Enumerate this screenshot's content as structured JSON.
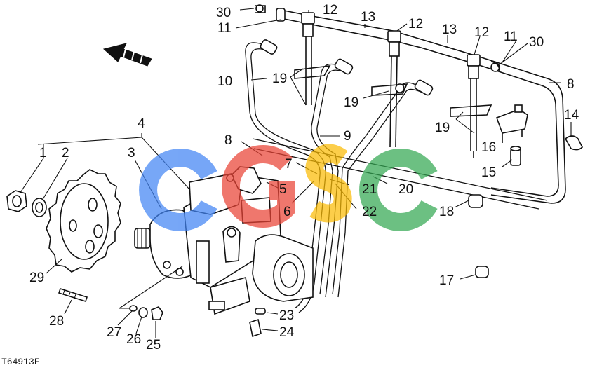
{
  "figure_code": "T64913F",
  "watermark": {
    "text": "CGSC",
    "colors": [
      "#4285F4",
      "#EA4335",
      "#FBBC05",
      "#34A853"
    ]
  },
  "callouts": {
    "n1": "1",
    "n2": "2",
    "n3": "3",
    "n4": "4",
    "n5": "5",
    "n6": "6",
    "n7": "7",
    "n8a": "8",
    "n8b": "8",
    "n9": "9",
    "n10": "10",
    "n11a": "11",
    "n11b": "11",
    "n12a": "12",
    "n12b": "12",
    "n12c": "12",
    "n13a": "13",
    "n13b": "13",
    "n14": "14",
    "n15": "15",
    "n16": "16",
    "n17": "17",
    "n18": "18",
    "n19a": "19",
    "n19b": "19",
    "n19c": "19",
    "n20": "20",
    "n21": "21",
    "n22": "22",
    "n23": "23",
    "n24": "24",
    "n25": "25",
    "n26": "26",
    "n27": "27",
    "n28": "28",
    "n29": "29",
    "n30a": "30",
    "n30b": "30"
  }
}
